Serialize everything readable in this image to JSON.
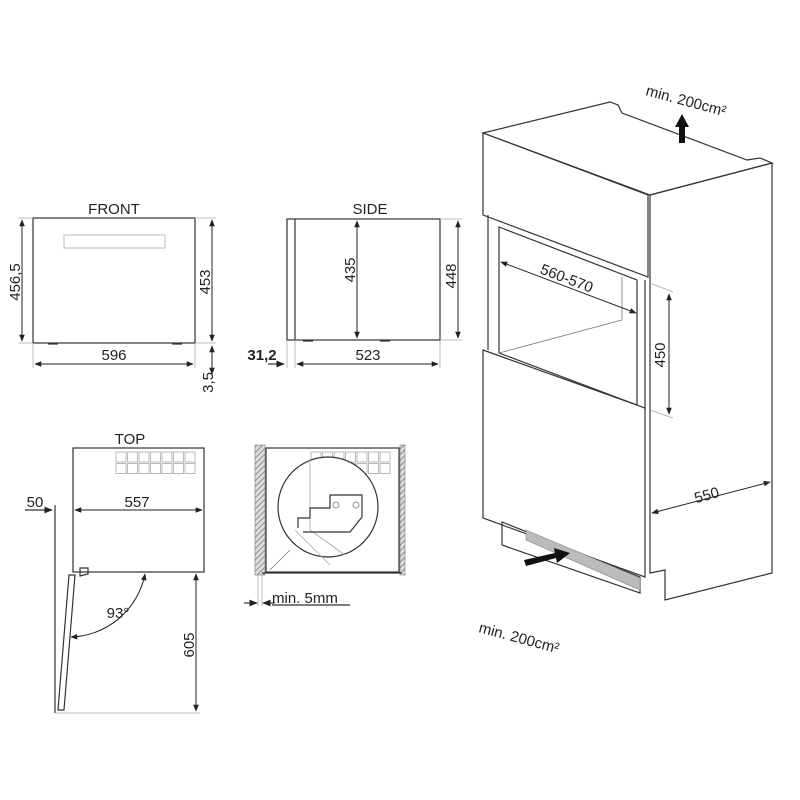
{
  "front": {
    "title": "FRONT",
    "height_overall": "456,5",
    "height": "453",
    "width": "596",
    "foot_height": "3,5"
  },
  "side": {
    "title": "SIDE",
    "front_panel_depth": "31,2",
    "depth": "523",
    "inner_height": "435",
    "height": "448"
  },
  "top": {
    "title": "TOP",
    "door_offset": "50",
    "width": "557",
    "door_angle": "93°",
    "door_clearance": "605"
  },
  "detail": {
    "gap": "min. 5mm"
  },
  "cabinet": {
    "vent_top": "min. 200cm²",
    "niche_width": "560-570",
    "niche_height": "450",
    "depth": "550",
    "vent_bottom": "min. 200cm²"
  }
}
